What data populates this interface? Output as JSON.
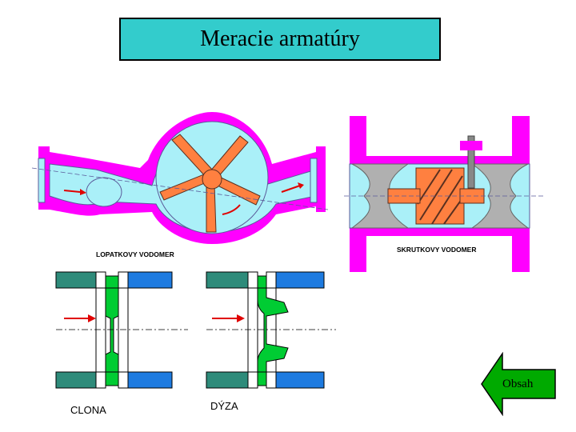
{
  "title": "Meracie armatúry",
  "figures": {
    "lopatkovy": "LOPATKOVY VODOMER",
    "skrutkovy": "SKRUTKOVY VODOMER",
    "clona": "CLONA",
    "dyza": "DÝZA"
  },
  "nav": {
    "back_label": "Obsah"
  },
  "colors": {
    "magenta": "#ff00ff",
    "orange": "#ff8040",
    "light_blue": "#aaf0f8",
    "teal": "#2e8b7a",
    "blue": "#1e7be0",
    "green": "#00cc33",
    "arrow_red": "#e00000",
    "nav_green": "#00aa00"
  }
}
